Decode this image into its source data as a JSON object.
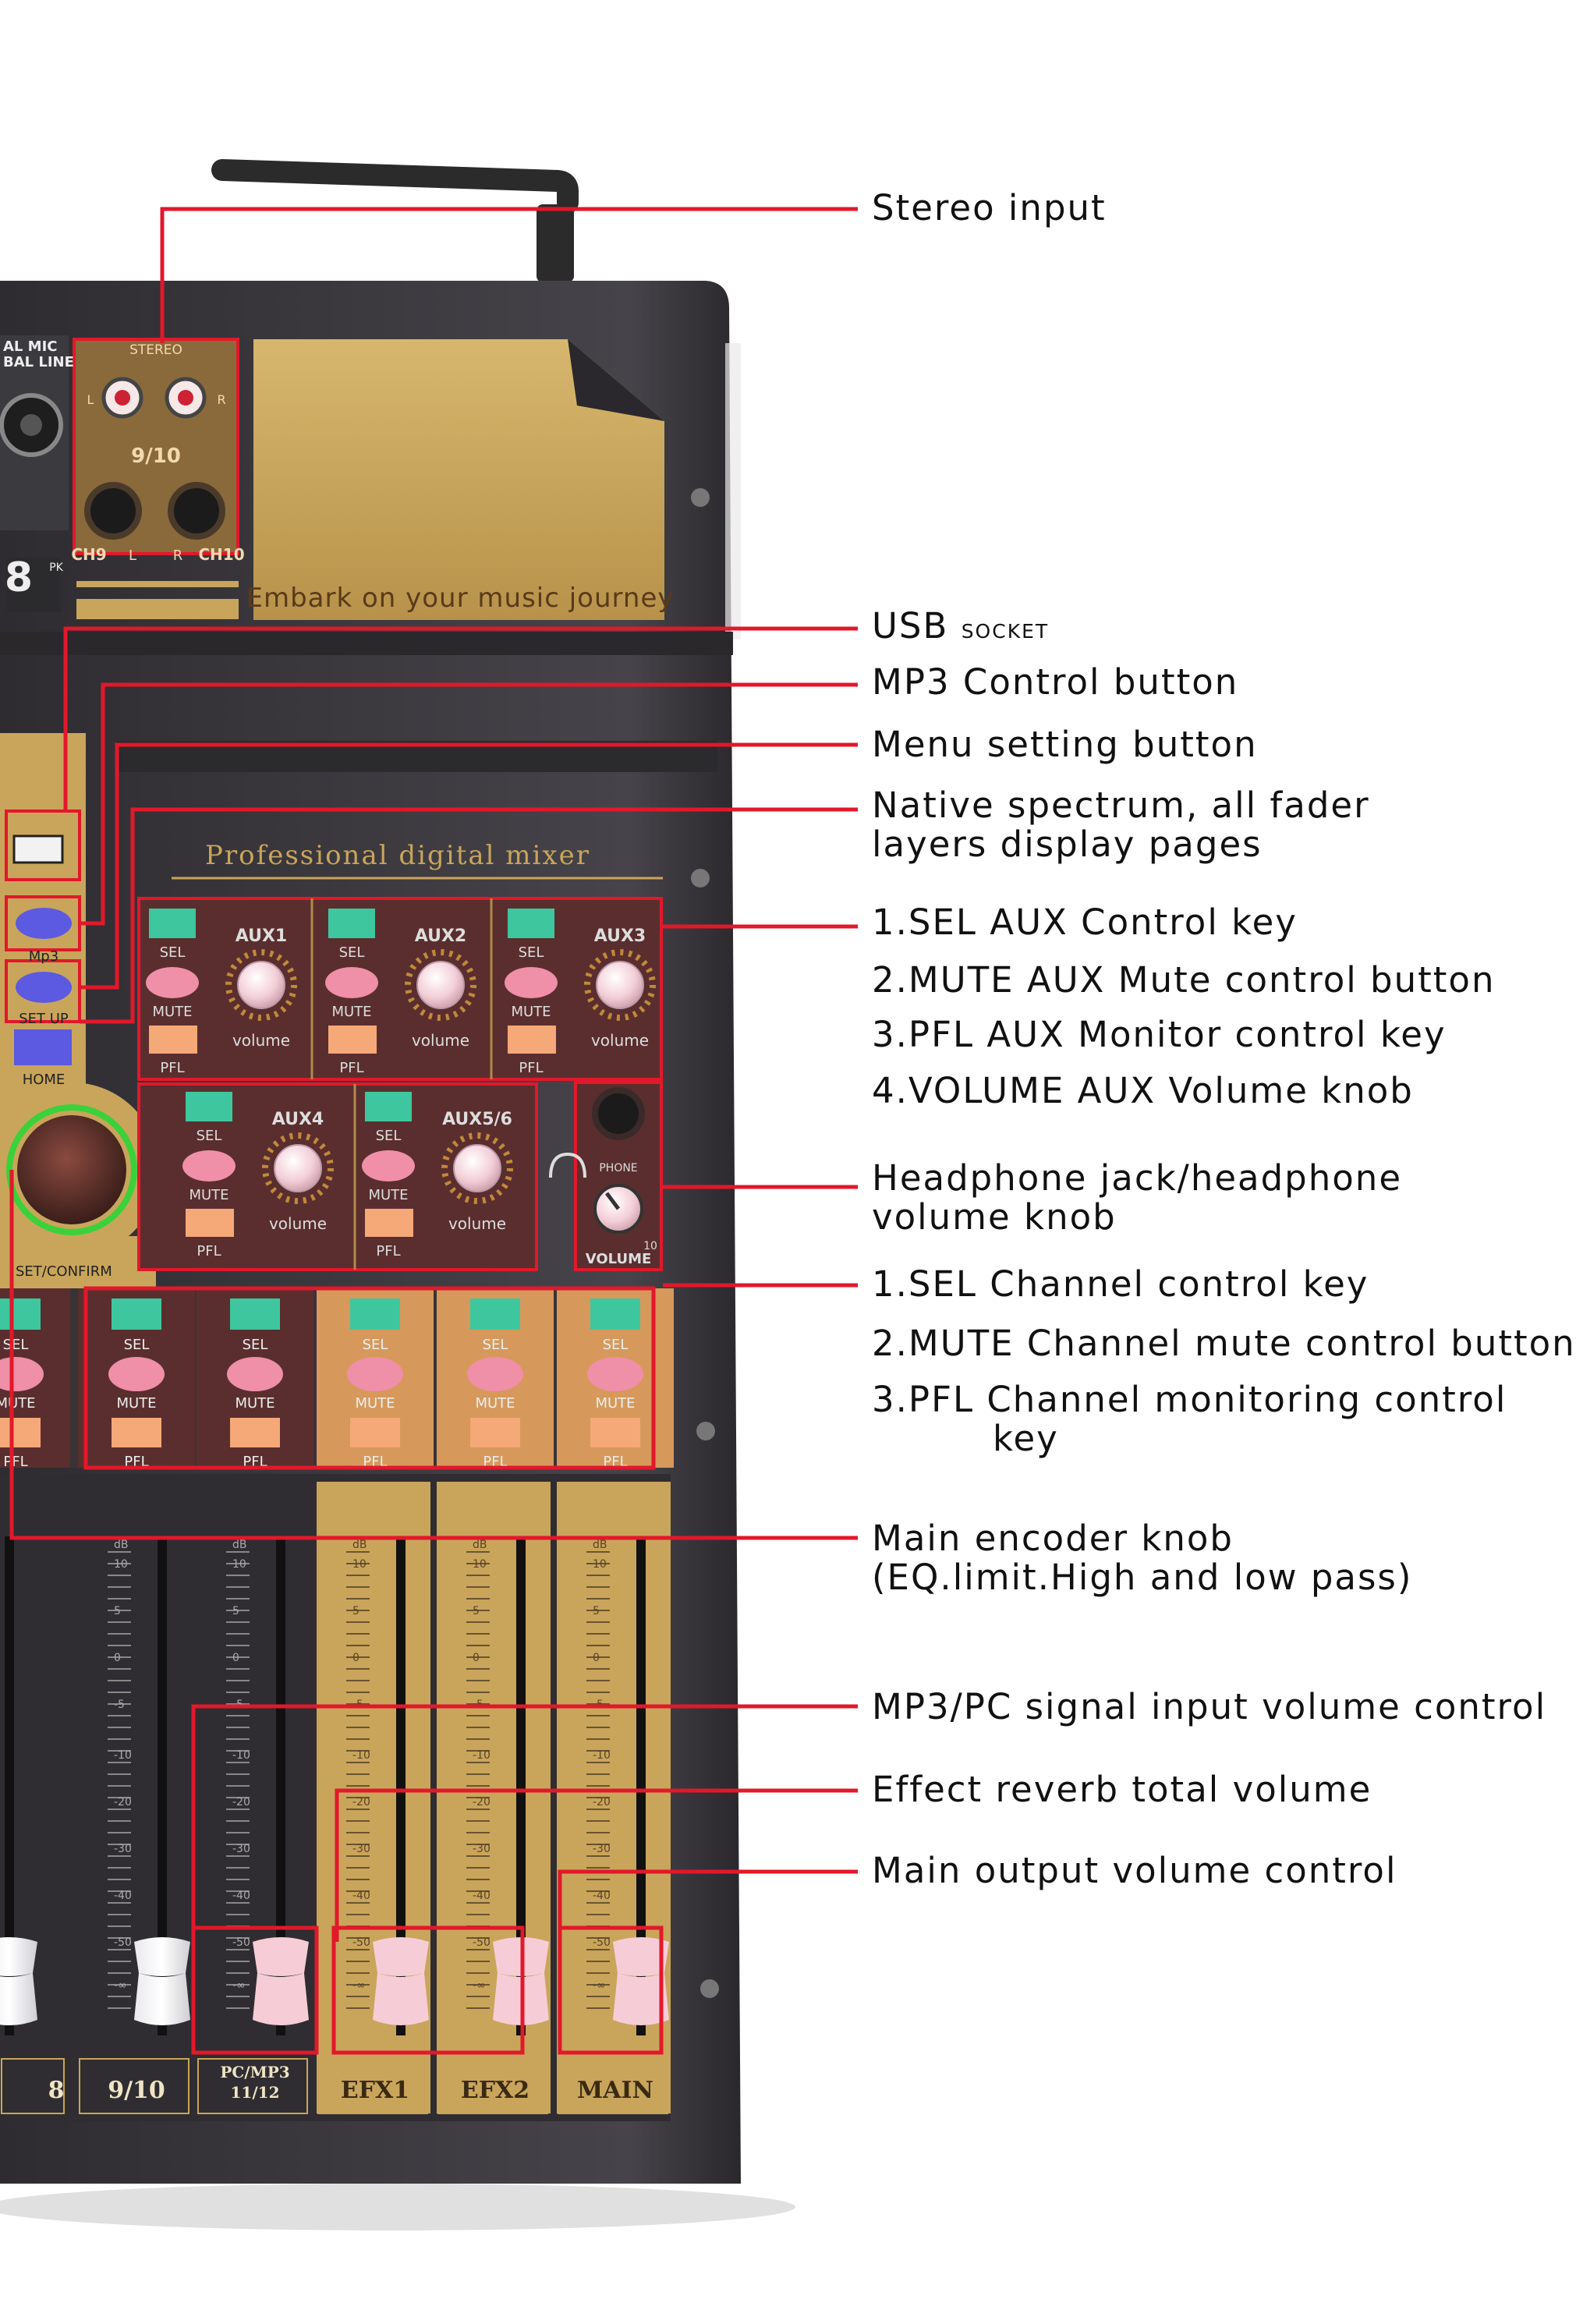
{
  "panel": {
    "input_label": "AL MIC\nBAL LINE",
    "stereo_label": "STEREO",
    "stereo_l": "L",
    "stereo_r": "R",
    "stereo_ch": "9/10",
    "ch9_label": "CH9",
    "jack_l": "L",
    "jack_r": "R",
    "ch10_label": "CH10",
    "channel_num_8": "8",
    "pk_label": "PK",
    "slogan": "Embark on your music journey",
    "mixer_title": "Professional digital mixer",
    "mp3_label": "Mp3",
    "setup_label": "SET UP",
    "home_label": "HOME",
    "encoder_label": "SET/CONFIRM",
    "sel": "SEL",
    "mute": "MUTE",
    "pfl": "PFL",
    "volume": "volume",
    "aux": [
      "AUX1",
      "AUX2",
      "AUX3",
      "AUX4",
      "AUX5/6"
    ],
    "phone_label": "PHONE",
    "phone_volume_label": "VOLUME",
    "phone_scale_max": "10",
    "fader_scale": [
      "dB",
      "10",
      "5",
      "0",
      "-5",
      "-10",
      "-20",
      "-30",
      "-40",
      "-50",
      "-∞"
    ],
    "channel_labels": [
      "8",
      "9/10",
      "PC/MP3\n11/12",
      "EFX1",
      "EFX2",
      "MAIN"
    ],
    "colors": {
      "body_dark": "#3d3b3e",
      "gold": "#c9a55b",
      "maroon": "#5a2e2e",
      "sel_green": "#3ec79e",
      "mute_pink": "#ef8fa8",
      "pfl_orange": "#f5a878",
      "callout_red": "#e2182b",
      "blue_button": "#5b5ae0"
    }
  },
  "callouts": {
    "stereo_input": "Stereo input",
    "usb_socket_a": "USB",
    "usb_socket_b": "socket",
    "mp3_control": "MP3 Control button",
    "menu_setting": "Menu setting button",
    "spectrum_1": "Native spectrum, all fader",
    "spectrum_2": "layers display pages",
    "aux_sel": "1.SEL AUX Control key",
    "aux_mute": "2.MUTE AUX Mute control button",
    "aux_pfl": "3.PFL AUX Monitor control key",
    "aux_volume": "4.VOLUME AUX Volume knob",
    "headphone_1": "Headphone jack/headphone",
    "headphone_2": "volume knob",
    "ch_sel": "1.SEL Channel control key",
    "ch_mute": "2.MUTE Channel mute control button",
    "ch_pfl_1": "3.PFL Channel monitoring control",
    "ch_pfl_2": "key",
    "encoder_1": "Main encoder knob",
    "encoder_2": "(EQ.limit.High and low pass)",
    "mp3pc_volume": "MP3/PC signal input volume control",
    "effect_reverb": "Effect reverb total volume",
    "main_output": "Main output volume control"
  }
}
